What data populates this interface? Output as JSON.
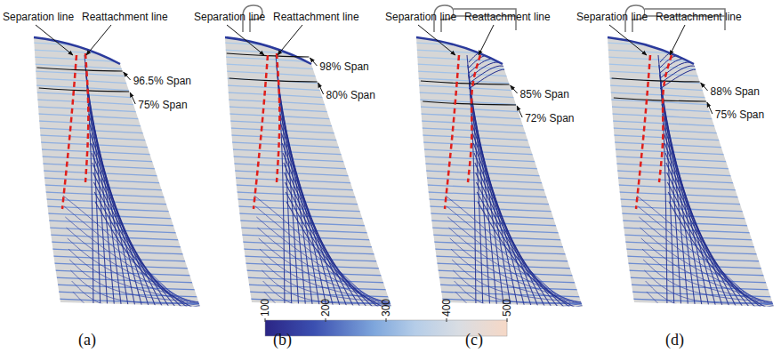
{
  "diagram": {
    "labels": [
      "Separation line",
      "Reattachment line",
      "96.5% Span",
      "75% Span",
      "Separation line",
      "Reattachment line",
      "98% Span",
      "80% Span",
      "Separation line",
      "Reattachment line",
      "85% Span",
      "72% Span",
      "Separation line",
      "Reattachment line",
      "88% Span",
      "75% Span",
      "(a)",
      "(b)",
      "(c)",
      "(d)",
      "100",
      "200",
      "300",
      "400",
      "500"
    ]
  }
}
